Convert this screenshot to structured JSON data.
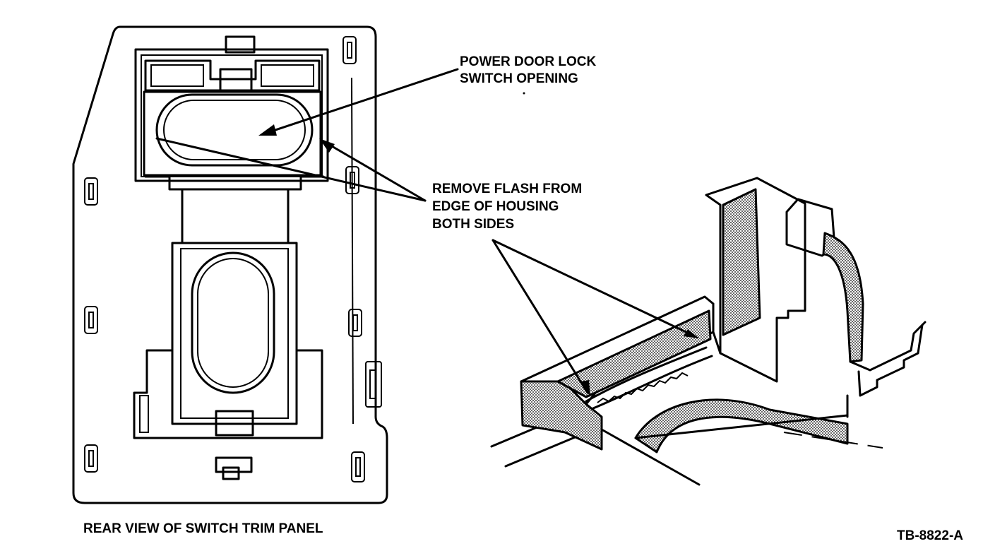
{
  "labels": {
    "switch_opening": [
      "POWER DOOR LOCK",
      "SWITCH OPENING"
    ],
    "remove_flash": [
      "REMOVE FLASH FROM",
      "EDGE OF HOUSING",
      "BOTH SIDES"
    ],
    "caption": "REAR VIEW OF SWITCH TRIM PANEL",
    "figure_id": "TB-8822-A"
  }
}
